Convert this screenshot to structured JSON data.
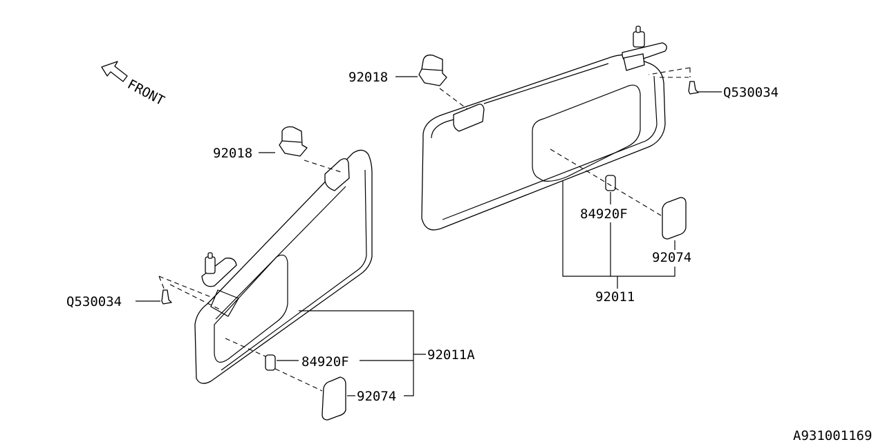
{
  "direction_label": "FRONT",
  "figure_id": "A931001169",
  "callouts": {
    "clip_right": "92018",
    "clip_left": "92018",
    "screw_right": "Q530034",
    "screw_left": "Q530034",
    "bulb_right": "84920F",
    "bulb_left": "84920F",
    "lens_right": "92074",
    "lens_left": "92074",
    "visor_right": "92011",
    "visor_left": "92011A"
  }
}
